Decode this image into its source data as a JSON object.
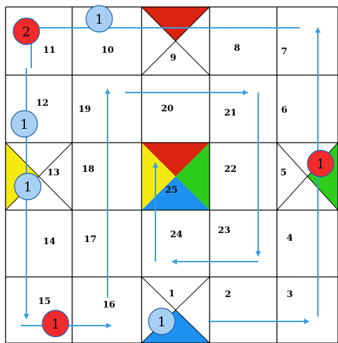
{
  "board": {
    "rows": 5,
    "cols": 5,
    "colors": {
      "grid": "#000000",
      "path": "#3b9fe0",
      "red": "#d9230f",
      "green": "#2ecc1a",
      "blue": "#1e90f0",
      "yellow": "#f4ea12",
      "token_red": "#f12b2b",
      "token_blue": "#a8d0f5"
    },
    "cells": [
      {
        "n": "11",
        "row": 0,
        "col": 0
      },
      {
        "n": "10",
        "row": 0,
        "col": 1
      },
      {
        "n": "9",
        "row": 0,
        "col": 2,
        "special": "home-top"
      },
      {
        "n": "8",
        "row": 0,
        "col": 3
      },
      {
        "n": "7",
        "row": 0,
        "col": 4
      },
      {
        "n": "12",
        "row": 1,
        "col": 0
      },
      {
        "n": "19",
        "row": 1,
        "col": 1
      },
      {
        "n": "20",
        "row": 1,
        "col": 2
      },
      {
        "n": "21",
        "row": 1,
        "col": 3
      },
      {
        "n": "6",
        "row": 1,
        "col": 4
      },
      {
        "n": "13",
        "row": 2,
        "col": 0,
        "special": "home-left"
      },
      {
        "n": "18",
        "row": 2,
        "col": 1
      },
      {
        "n": "25",
        "row": 2,
        "col": 2,
        "special": "center"
      },
      {
        "n": "22",
        "row": 2,
        "col": 3
      },
      {
        "n": "5",
        "row": 2,
        "col": 4,
        "special": "home-right"
      },
      {
        "n": "14",
        "row": 3,
        "col": 0
      },
      {
        "n": "17",
        "row": 3,
        "col": 1
      },
      {
        "n": "24",
        "row": 3,
        "col": 2
      },
      {
        "n": "23",
        "row": 3,
        "col": 3
      },
      {
        "n": "4",
        "row": 3,
        "col": 4
      },
      {
        "n": "15",
        "row": 4,
        "col": 0
      },
      {
        "n": "16",
        "row": 4,
        "col": 1
      },
      {
        "n": "1",
        "row": 4,
        "col": 2,
        "special": "home-bottom"
      },
      {
        "n": "2",
        "row": 4,
        "col": 3
      },
      {
        "n": "3",
        "row": 4,
        "col": 4
      }
    ],
    "tokens": [
      {
        "label": "2",
        "color": "red",
        "cell": "11"
      },
      {
        "label": "1",
        "color": "blue",
        "cell": "10"
      },
      {
        "label": "1",
        "color": "blue",
        "cell": "12"
      },
      {
        "label": "1",
        "color": "blue",
        "cell": "13"
      },
      {
        "label": "1",
        "color": "red",
        "cell": "5"
      },
      {
        "label": "1",
        "color": "red",
        "cell": "15"
      },
      {
        "label": "1",
        "color": "blue",
        "cell": "1"
      }
    ]
  }
}
